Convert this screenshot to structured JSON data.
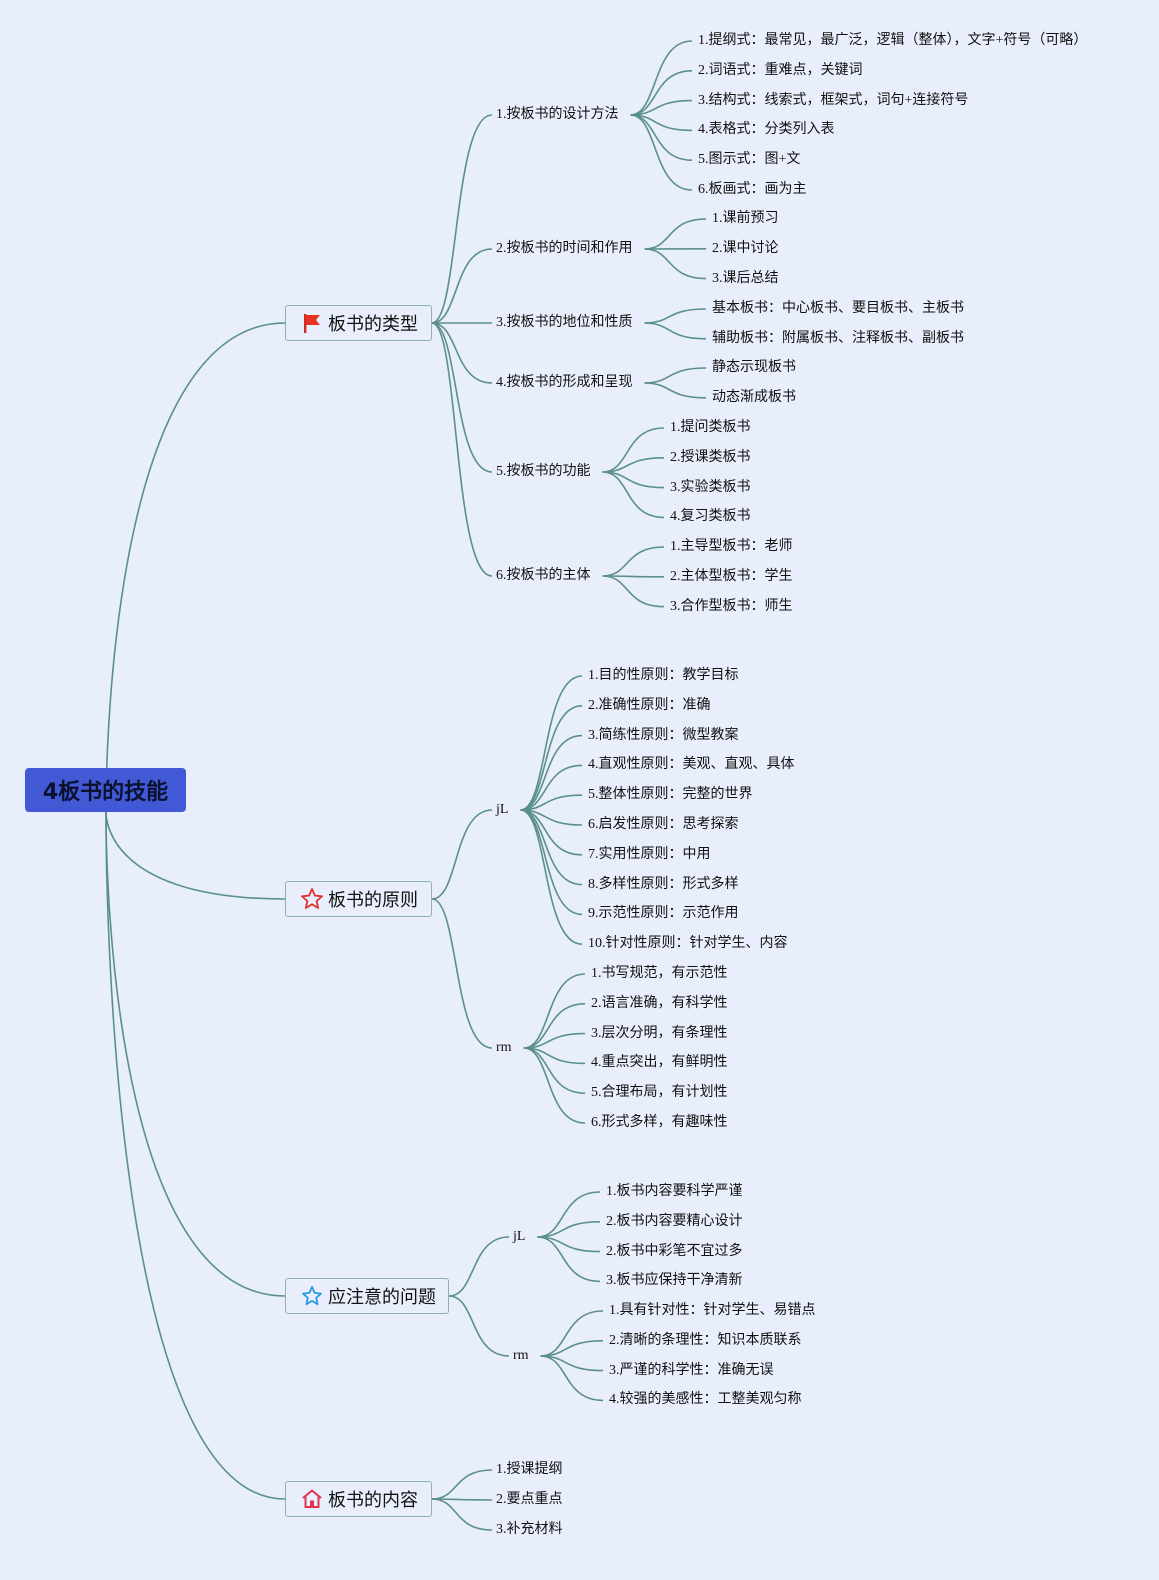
{
  "root": {
    "label": "4板书的技能"
  },
  "branches": [
    {
      "label": "板书的类型",
      "icon": "red-flag-icon",
      "children": [
        {
          "label": "1.按板书的设计方法",
          "children": [
            {
              "label": "1.提纲式：最常见，最广泛，逻辑（整体），文字+符号（可略）"
            },
            {
              "label": "2.词语式：重难点，关键词"
            },
            {
              "label": "3.结构式：线索式，框架式，词句+连接符号"
            },
            {
              "label": "4.表格式：分类列入表"
            },
            {
              "label": "5.图示式：图+文"
            },
            {
              "label": "6.板画式：画为主"
            }
          ]
        },
        {
          "label": "2.按板书的时间和作用",
          "children": [
            {
              "label": "1.课前预习"
            },
            {
              "label": "2.课中讨论"
            },
            {
              "label": "3.课后总结"
            }
          ]
        },
        {
          "label": "3.按板书的地位和性质",
          "children": [
            {
              "label": "基本板书：中心板书、要目板书、主板书"
            },
            {
              "label": "辅助板书：附属板书、注释板书、副板书"
            }
          ]
        },
        {
          "label": "4.按板书的形成和呈现",
          "children": [
            {
              "label": "静态示现板书"
            },
            {
              "label": "动态渐成板书"
            }
          ]
        },
        {
          "label": "5.按板书的功能",
          "children": [
            {
              "label": "1.提问类板书"
            },
            {
              "label": "2.授课类板书"
            },
            {
              "label": "3.实验类板书"
            },
            {
              "label": "4.复习类板书"
            }
          ]
        },
        {
          "label": "6.按板书的主体",
          "children": [
            {
              "label": "1.主导型板书：老师"
            },
            {
              "label": "2.主体型板书：学生"
            },
            {
              "label": "3.合作型板书：师生"
            }
          ]
        }
      ]
    },
    {
      "label": "板书的原则",
      "icon": "red-star-icon",
      "children": [
        {
          "label": "jL",
          "children": [
            {
              "label": "1.目的性原则：教学目标"
            },
            {
              "label": "2.准确性原则：准确"
            },
            {
              "label": "3.简练性原则：微型教案"
            },
            {
              "label": "4.直观性原则：美观、直观、具体"
            },
            {
              "label": "5.整体性原则：完整的世界"
            },
            {
              "label": "6.启发性原则：思考探索"
            },
            {
              "label": "7.实用性原则：中用"
            },
            {
              "label": "8.多样性原则：形式多样"
            },
            {
              "label": "9.示范性原则：示范作用"
            },
            {
              "label": "10.针对性原则：针对学生、内容"
            }
          ]
        },
        {
          "label": "rm",
          "children": [
            {
              "label": "1.书写规范，有示范性"
            },
            {
              "label": "2.语言准确，有科学性"
            },
            {
              "label": "3.层次分明，有条理性"
            },
            {
              "label": "4.重点突出，有鲜明性"
            },
            {
              "label": "5.合理布局，有计划性"
            },
            {
              "label": "6.形式多样，有趣味性"
            }
          ]
        }
      ]
    },
    {
      "label": "应注意的问题",
      "icon": "blue-star-icon",
      "children": [
        {
          "label": "jL",
          "children": [
            {
              "label": "1.板书内容要科学严谨"
            },
            {
              "label": "2.板书内容要精心设计"
            },
            {
              "label": "2.板书中彩笔不宜过多"
            },
            {
              "label": "3.板书应保持干净清新"
            }
          ]
        },
        {
          "label": "rm",
          "children": [
            {
              "label": "1.具有针对性：针对学生、易错点"
            },
            {
              "label": "2.清晰的条理性：知识本质联系"
            },
            {
              "label": "3.严谨的科学性：准确无误"
            },
            {
              "label": "4.较强的美感性：工整美观匀称"
            }
          ]
        }
      ]
    },
    {
      "label": "板书的内容",
      "icon": "house-icon",
      "children": [
        {
          "label": "1.授课提纲"
        },
        {
          "label": "2.要点重点"
        },
        {
          "label": "3.补充材料"
        }
      ]
    }
  ],
  "colors": {
    "background": "#e9eefc",
    "root_fill": "#4259d6",
    "connector": "#5a9089",
    "branch_border": "#8fb2ac"
  }
}
